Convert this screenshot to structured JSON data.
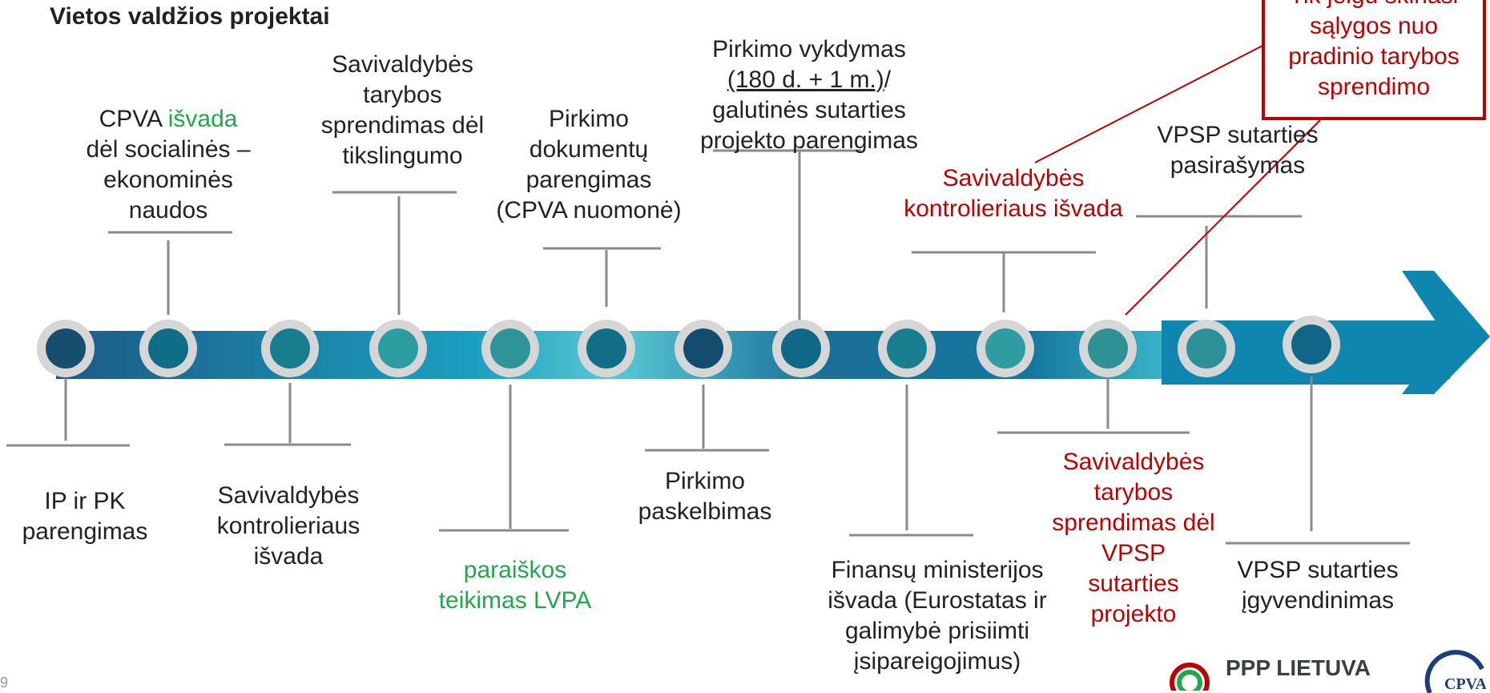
{
  "title": "Vietos valdžios projektai",
  "upper_labels": {
    "cpva": {
      "prefix": "CPVA ",
      "highlight": "išvada",
      "rest": "dėl socialinės –\nekonominės\nnaudos"
    },
    "tarybos_tikslingumo": "Savivaldybės\ntarybos\nsprendimas dėl\ntikslingumo",
    "dokumentu": "Pirkimo\ndokumentų\nparengimas\n(CPVA nuomonė)",
    "pirkimo_vykdymas_line1": "Pirkimo vykdymas",
    "pirkimo_vykdymas_underlined": "(180 d. + 1 m.)",
    "pirkimo_vykdymas_rest": "/\ngalutinės sutarties\nprojekto parengimas",
    "kontrolieriaus_isvada_upper": "Savivaldybės\nkontrolieriaus išvada",
    "vpsp_pasirasymas": "VPSP sutarties\npasirašymas"
  },
  "lower_labels": {
    "ip_pk": "IP ir PK\nparengimas",
    "kontrolieriaus_isvada_lower": "Savivaldybės\nkontrolieriaus\nišvada",
    "paraiskos": "paraiškos\nteikimas LVPA",
    "paskelbimas": "Pirkimo\npaskelbimas",
    "finansu": "Finansų ministerijos\nišvada (Eurostatas ir\ngalimybė prisiimti\nįsipareigojimus)",
    "tarybos_vpsp": "Savivaldybės\ntarybos\nsprendimas dėl\nVPSP\nsutarties\nprojekto",
    "igyvendinimas": "VPSP sutarties\nįgyvendinimas"
  },
  "note_box": "Tik jeigu skiriasi\nsąlygos nuo\npradinio tarybos\nsprendimo",
  "logo_text": "PPP LIETUVA",
  "cpva_logo_text": "CPVA",
  "page_number": "9",
  "colors": {
    "red": "#c00000",
    "green": "#21a84a",
    "arrow_tip": "#0e86b0"
  }
}
